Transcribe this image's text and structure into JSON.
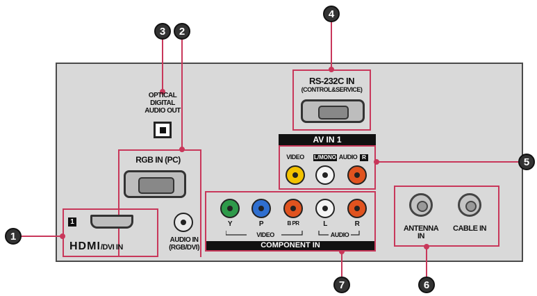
{
  "labels": {
    "optical": [
      "OPTICAL",
      "DIGITAL",
      "AUDIO OUT"
    ],
    "rgb_in": "RGB IN (PC)",
    "rs232_title": "RS-232C IN",
    "rs232_sub": "(CONTROL&SERVICE)",
    "av_in": "AV IN 1",
    "av_video": "VIDEO",
    "av_mono": "L/MONO",
    "av_audio": "AUDIO",
    "av_r": "R",
    "hdmi_port_num": "1",
    "hdmi_logo": "HDMI",
    "hdmi_suffix": "/DVI IN",
    "audio_in": [
      "AUDIO IN",
      "(RGB/DVI)"
    ],
    "comp_y": "Y",
    "comp_pb": "P",
    "comp_pr": "B PR",
    "comp_l": "L",
    "comp_r": "R",
    "comp_video": "VIDEO",
    "comp_audio": "AUDIO",
    "component_in": "COMPONENT IN",
    "antenna": [
      "ANTENNA",
      "IN"
    ],
    "cable": "CABLE IN"
  },
  "callouts": [
    "1",
    "2",
    "3",
    "4",
    "5",
    "6",
    "7"
  ],
  "colors": {
    "panel": "#d9d9d9",
    "highlight": "#c8375a",
    "yellow": "#f2c200",
    "white": "#f4f4f4",
    "red": "#e0531f",
    "green": "#2e9a4a",
    "blue": "#2f6fd0"
  }
}
